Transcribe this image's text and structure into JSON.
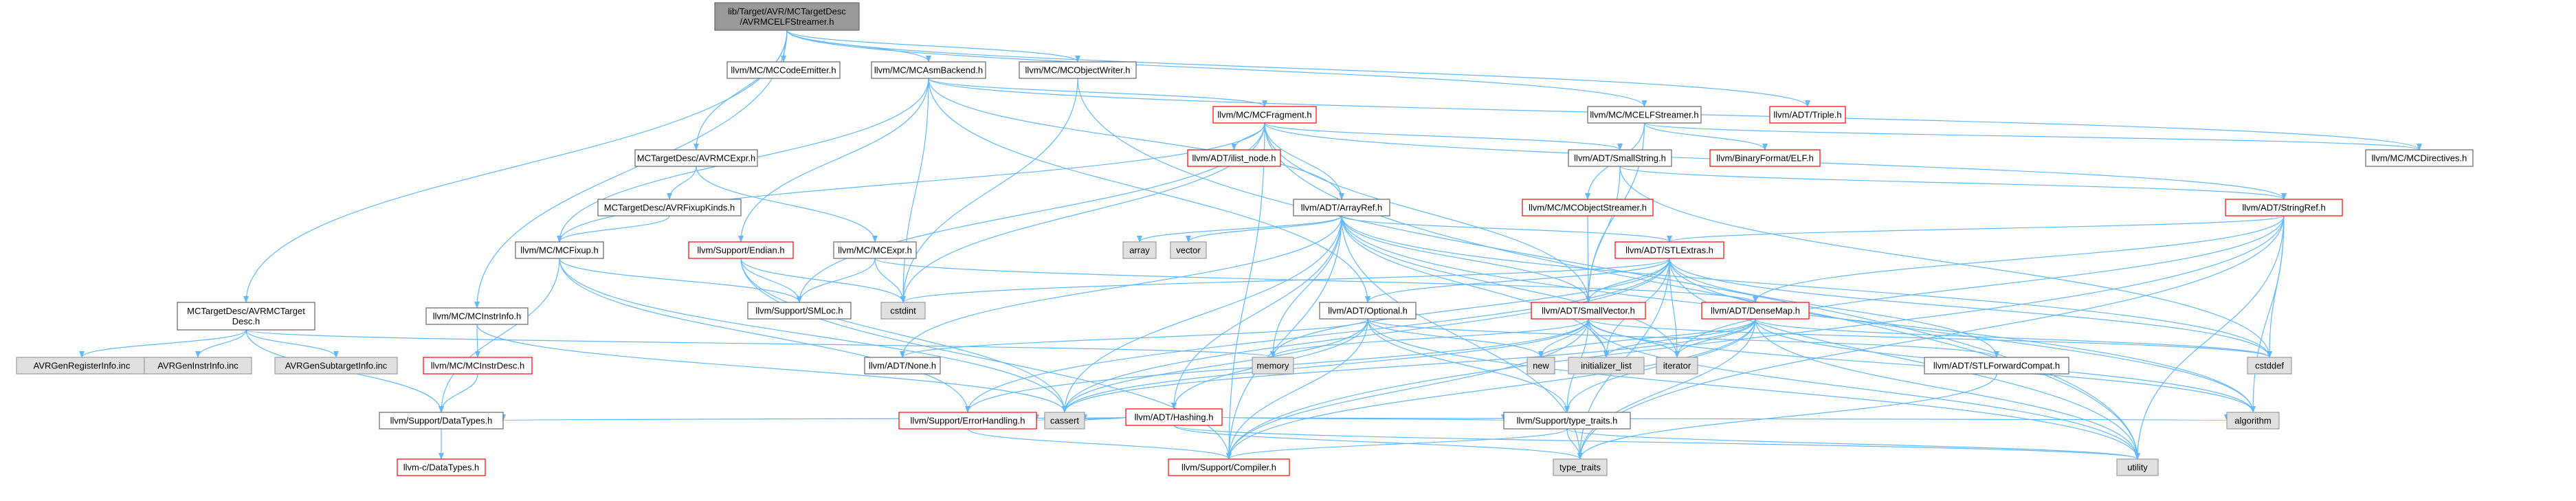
{
  "colors": {
    "edge": "#63b8ff",
    "root_fill": "#999999",
    "root_stroke": "#666666",
    "normal_fill": "#ffffff",
    "normal_stroke": "#666666",
    "missing_fill": "#e0e0e0",
    "missing_stroke": "#999999",
    "truncated_fill": "#ffffff",
    "truncated_stroke": "#ff0000"
  },
  "nodes": [
    {
      "id": "root",
      "lines": [
        "lib/Target/AVR/MCTargetDesc",
        "/AVRMCELFStreamer.h"
      ],
      "kind": "root"
    },
    {
      "id": "codeemitter",
      "lines": [
        "llvm/MC/MCCodeEmitter.h"
      ],
      "kind": "normal"
    },
    {
      "id": "asmbackend",
      "lines": [
        "llvm/MC/MCAsmBackend.h"
      ],
      "kind": "normal"
    },
    {
      "id": "objectwriter",
      "lines": [
        "llvm/MC/MCObjectWriter.h"
      ],
      "kind": "normal"
    },
    {
      "id": "triple",
      "lines": [
        "llvm/ADT/Triple.h"
      ],
      "kind": "truncated"
    },
    {
      "id": "elfstreamer",
      "lines": [
        "llvm/MC/MCELFStreamer.h"
      ],
      "kind": "normal"
    },
    {
      "id": "fragment",
      "lines": [
        "llvm/MC/MCFragment.h"
      ],
      "kind": "truncated"
    },
    {
      "id": "ilistnode",
      "lines": [
        "llvm/ADT/ilist_node.h"
      ],
      "kind": "truncated"
    },
    {
      "id": "smallstring",
      "lines": [
        "llvm/ADT/SmallString.h"
      ],
      "kind": "normal"
    },
    {
      "id": "binaryelf",
      "lines": [
        "llvm/BinaryFormat/ELF.h"
      ],
      "kind": "truncated"
    },
    {
      "id": "mcdirectives",
      "lines": [
        "llvm/MC/MCDirectives.h"
      ],
      "kind": "normal"
    },
    {
      "id": "avrmcexpr",
      "lines": [
        "MCTargetDesc/AVRMCExpr.h"
      ],
      "kind": "normal"
    },
    {
      "id": "fixupkinds",
      "lines": [
        "MCTargetDesc/AVRFixupKinds.h"
      ],
      "kind": "normal"
    },
    {
      "id": "arrayref",
      "lines": [
        "llvm/ADT/ArrayRef.h"
      ],
      "kind": "normal"
    },
    {
      "id": "objectstreamer",
      "lines": [
        "llvm/MC/MCObjectStreamer.h"
      ],
      "kind": "truncated"
    },
    {
      "id": "stringref",
      "lines": [
        "llvm/ADT/StringRef.h"
      ],
      "kind": "truncated"
    },
    {
      "id": "mcfixup",
      "lines": [
        "llvm/MC/MCFixup.h"
      ],
      "kind": "normal"
    },
    {
      "id": "endian",
      "lines": [
        "llvm/Support/Endian.h"
      ],
      "kind": "truncated"
    },
    {
      "id": "mcexpr",
      "lines": [
        "llvm/MC/MCExpr.h"
      ],
      "kind": "normal"
    },
    {
      "id": "array",
      "lines": [
        "array"
      ],
      "kind": "missing"
    },
    {
      "id": "vector",
      "lines": [
        "vector"
      ],
      "kind": "missing"
    },
    {
      "id": "stlextras",
      "lines": [
        "llvm/ADT/STLExtras.h"
      ],
      "kind": "truncated"
    },
    {
      "id": "avrtargetdesc",
      "lines": [
        "MCTargetDesc/AVRMCTarget",
        "Desc.h"
      ],
      "kind": "normal"
    },
    {
      "id": "mcinstrinfo",
      "lines": [
        "llvm/MC/MCInstrInfo.h"
      ],
      "kind": "normal"
    },
    {
      "id": "smloc",
      "lines": [
        "llvm/Support/SMLoc.h"
      ],
      "kind": "normal"
    },
    {
      "id": "cstdint",
      "lines": [
        "cstdint"
      ],
      "kind": "missing"
    },
    {
      "id": "optional",
      "lines": [
        "llvm/ADT/Optional.h"
      ],
      "kind": "normal"
    },
    {
      "id": "smallvector",
      "lines": [
        "llvm/ADT/SmallVector.h"
      ],
      "kind": "truncated"
    },
    {
      "id": "densemap",
      "lines": [
        "llvm/ADT/DenseMap.h"
      ],
      "kind": "truncated"
    },
    {
      "id": "genreg",
      "lines": [
        "AVRGenRegisterInfo.inc"
      ],
      "kind": "missing"
    },
    {
      "id": "geninstr",
      "lines": [
        "AVRGenInstrInfo.inc"
      ],
      "kind": "missing"
    },
    {
      "id": "gensubtarget",
      "lines": [
        "AVRGenSubtargetInfo.inc"
      ],
      "kind": "missing"
    },
    {
      "id": "mcinstrdesc",
      "lines": [
        "llvm/MC/MCInstrDesc.h"
      ],
      "kind": "truncated"
    },
    {
      "id": "nonefile",
      "lines": [
        "llvm/ADT/None.h"
      ],
      "kind": "normal"
    },
    {
      "id": "memory",
      "lines": [
        "memory"
      ],
      "kind": "missing"
    },
    {
      "id": "newfile",
      "lines": [
        "new"
      ],
      "kind": "missing"
    },
    {
      "id": "initlist",
      "lines": [
        "initializer_list"
      ],
      "kind": "missing"
    },
    {
      "id": "iterator",
      "lines": [
        "iterator"
      ],
      "kind": "missing"
    },
    {
      "id": "stlforward",
      "lines": [
        "llvm/ADT/STLForwardCompat.h"
      ],
      "kind": "normal"
    },
    {
      "id": "cstddef",
      "lines": [
        "cstddef"
      ],
      "kind": "missing"
    },
    {
      "id": "hashing",
      "lines": [
        "llvm/ADT/Hashing.h"
      ],
      "kind": "truncated"
    },
    {
      "id": "datatypes",
      "lines": [
        "llvm/Support/DataTypes.h"
      ],
      "kind": "normal"
    },
    {
      "id": "errorhandling",
      "lines": [
        "llvm/Support/ErrorHandling.h"
      ],
      "kind": "truncated"
    },
    {
      "id": "cassert",
      "lines": [
        "cassert"
      ],
      "kind": "missing"
    },
    {
      "id": "typetraits",
      "lines": [
        "llvm/Support/type_traits.h"
      ],
      "kind": "normal"
    },
    {
      "id": "algorithm",
      "lines": [
        "algorithm"
      ],
      "kind": "missing"
    },
    {
      "id": "cdatatypes",
      "lines": [
        "llvm-c/DataTypes.h"
      ],
      "kind": "truncated"
    },
    {
      "id": "compiler",
      "lines": [
        "llvm/Support/Compiler.h"
      ],
      "kind": "truncated"
    },
    {
      "id": "type_traits",
      "lines": [
        "type_traits"
      ],
      "kind": "missing"
    },
    {
      "id": "utility",
      "lines": [
        "utility"
      ],
      "kind": "missing"
    }
  ],
  "edges": [
    [
      "root",
      "codeemitter"
    ],
    [
      "root",
      "asmbackend"
    ],
    [
      "root",
      "objectwriter"
    ],
    [
      "root",
      "triple"
    ],
    [
      "root",
      "elfstreamer"
    ],
    [
      "root",
      "avrmcexpr"
    ],
    [
      "root",
      "avrtargetdesc"
    ],
    [
      "root",
      "mcinstrinfo"
    ],
    [
      "asmbackend",
      "fragment"
    ],
    [
      "asmbackend",
      "arrayref"
    ],
    [
      "asmbackend",
      "mcfixup"
    ],
    [
      "asmbackend",
      "endian"
    ],
    [
      "asmbackend",
      "cstdint"
    ],
    [
      "asmbackend",
      "optional"
    ],
    [
      "asmbackend",
      "mcdirectives"
    ],
    [
      "objectwriter",
      "cstdint"
    ],
    [
      "objectwriter",
      "utility"
    ],
    [
      "elfstreamer",
      "smallvector"
    ],
    [
      "elfstreamer",
      "objectstreamer"
    ],
    [
      "elfstreamer",
      "binaryelf"
    ],
    [
      "elfstreamer",
      "mcdirectives"
    ],
    [
      "fragment",
      "ilistnode"
    ],
    [
      "fragment",
      "smallstring"
    ],
    [
      "fragment",
      "arrayref"
    ],
    [
      "fragment",
      "stringref"
    ],
    [
      "fragment",
      "smallvector"
    ],
    [
      "fragment",
      "mcfixup"
    ],
    [
      "fragment",
      "smloc"
    ],
    [
      "fragment",
      "cstdint"
    ],
    [
      "fragment",
      "utility"
    ],
    [
      "fragment",
      "compiler"
    ],
    [
      "smallstring",
      "smallvector"
    ],
    [
      "smallstring",
      "stringref"
    ],
    [
      "smallstring",
      "cstddef"
    ],
    [
      "avrmcexpr",
      "fixupkinds"
    ],
    [
      "avrmcexpr",
      "mcexpr"
    ],
    [
      "fixupkinds",
      "mcfixup"
    ],
    [
      "arrayref",
      "hashing"
    ],
    [
      "arrayref",
      "none_dummy"
    ],
    [
      "arrayref",
      "smallvector"
    ],
    [
      "arrayref",
      "stlextras"
    ],
    [
      "arrayref",
      "compiler"
    ],
    [
      "arrayref",
      "algorithm"
    ],
    [
      "arrayref",
      "array"
    ],
    [
      "arrayref",
      "cassert"
    ],
    [
      "arrayref",
      "cstddef"
    ],
    [
      "arrayref",
      "initlist"
    ],
    [
      "arrayref",
      "iterator"
    ],
    [
      "arrayref",
      "memory"
    ],
    [
      "arrayref",
      "type_traits"
    ],
    [
      "arrayref",
      "vector"
    ],
    [
      "arrayref",
      "nonefile"
    ],
    [
      "objectstreamer",
      "smallvector"
    ],
    [
      "stringref",
      "stlextras"
    ],
    [
      "stringref",
      "cstddef"
    ],
    [
      "stringref",
      "algorithm"
    ],
    [
      "stringref",
      "iterator"
    ],
    [
      "stringref",
      "utility"
    ],
    [
      "stringref",
      "type_traits"
    ],
    [
      "stringref",
      "compiler"
    ],
    [
      "stringref",
      "densemap"
    ],
    [
      "mcfixup",
      "smloc"
    ],
    [
      "mcfixup",
      "datatypes"
    ],
    [
      "mcfixup",
      "errorhandling"
    ],
    [
      "mcfixup",
      "cassert"
    ],
    [
      "endian",
      "compiler"
    ],
    [
      "endian",
      "cassert"
    ],
    [
      "endian",
      "cstdint"
    ],
    [
      "endian",
      "smloc"
    ],
    [
      "mcexpr",
      "smloc"
    ],
    [
      "mcexpr",
      "cstdint"
    ],
    [
      "mcexpr",
      "densemap"
    ],
    [
      "stlextras",
      "optional"
    ],
    [
      "stlextras",
      "stlforward"
    ],
    [
      "stlextras",
      "cassert"
    ],
    [
      "stlextras",
      "cstddef"
    ],
    [
      "stlextras",
      "cstdint"
    ],
    [
      "stlextras",
      "iterator"
    ],
    [
      "stlextras",
      "memory"
    ],
    [
      "stlextras",
      "type_traits"
    ],
    [
      "stlextras",
      "utility"
    ],
    [
      "stlextras",
      "errorhandling"
    ],
    [
      "stlextras",
      "initlist"
    ],
    [
      "stlextras",
      "algorithm"
    ],
    [
      "stlextras",
      "smallvector"
    ],
    [
      "avrtargetdesc",
      "datatypes"
    ],
    [
      "avrtargetdesc",
      "memory"
    ],
    [
      "avrtargetdesc",
      "genreg"
    ],
    [
      "avrtargetdesc",
      "geninstr"
    ],
    [
      "avrtargetdesc",
      "gensubtarget"
    ],
    [
      "mcinstrinfo",
      "mcinstrdesc"
    ],
    [
      "mcinstrinfo",
      "cassert"
    ],
    [
      "mcinstrdesc",
      "datatypes"
    ],
    [
      "optional",
      "hashing"
    ],
    [
      "optional",
      "nonefile"
    ],
    [
      "optional",
      "stlforward"
    ],
    [
      "optional",
      "typetraits"
    ],
    [
      "optional",
      "compiler"
    ],
    [
      "optional",
      "cassert"
    ],
    [
      "optional",
      "new"
    ],
    [
      "optional",
      "utility"
    ],
    [
      "smallvector",
      "compiler"
    ],
    [
      "smallvector",
      "typetraits"
    ],
    [
      "smallvector",
      "cassert"
    ],
    [
      "smallvector",
      "cstddef"
    ],
    [
      "smallvector",
      "algorithm"
    ],
    [
      "smallvector",
      "initlist"
    ],
    [
      "smallvector",
      "iterator"
    ],
    [
      "smallvector",
      "memory"
    ],
    [
      "smallvector",
      "new"
    ],
    [
      "smallvector",
      "utility"
    ],
    [
      "smallvector",
      "errorhandling"
    ],
    [
      "densemap",
      "typetraits"
    ],
    [
      "densemap",
      "algorithm"
    ],
    [
      "densemap",
      "cassert"
    ],
    [
      "densemap",
      "cstddef"
    ],
    [
      "densemap",
      "initlist"
    ],
    [
      "densemap",
      "iterator"
    ],
    [
      "densemap",
      "new"
    ],
    [
      "densemap",
      "utility"
    ],
    [
      "densemap",
      "compiler"
    ],
    [
      "densemap",
      "type_traits"
    ],
    [
      "hashing",
      "datatypes"
    ],
    [
      "hashing",
      "errorhandling"
    ],
    [
      "hashing",
      "typetraits"
    ],
    [
      "hashing",
      "algorithm"
    ],
    [
      "hashing",
      "cassert"
    ],
    [
      "hashing",
      "type_traits"
    ],
    [
      "hashing",
      "utility"
    ],
    [
      "datatypes",
      "cdatatypes"
    ],
    [
      "errorhandling",
      "compiler"
    ],
    [
      "typetraits",
      "compiler"
    ],
    [
      "typetraits",
      "type_traits"
    ],
    [
      "typetraits",
      "utility"
    ],
    [
      "stlforward",
      "type_traits"
    ]
  ]
}
